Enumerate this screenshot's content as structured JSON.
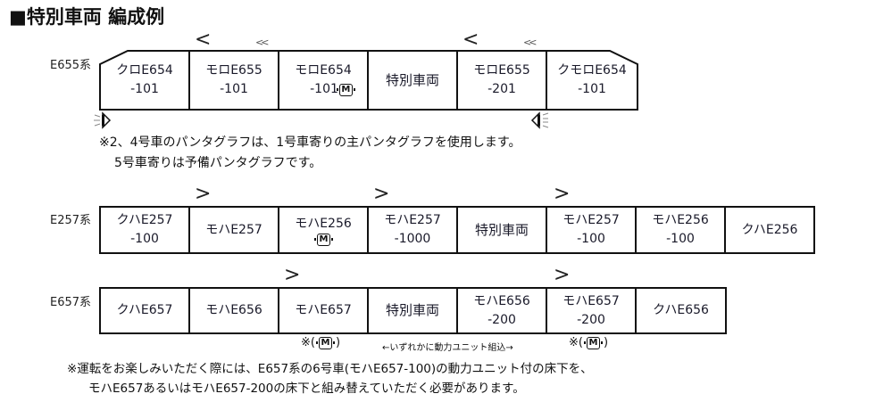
{
  "title": "■特別車両 編成例",
  "e655": {
    "series_label": "E655系",
    "direction_arrows": [
      "<",
      "<<",
      "<",
      "<<"
    ],
    "cars": [
      {
        "line1": "クロE654",
        "line2": "-101",
        "motor": false
      },
      {
        "line1": "モロE655",
        "line2": "-101",
        "motor": false
      },
      {
        "line1": "モロE654",
        "line2": "-101",
        "motor": true
      },
      {
        "line1": "特別車両",
        "line2": "",
        "motor": false
      },
      {
        "line1": "モロE655",
        "line2": "-201",
        "motor": false
      },
      {
        "line1": "クモロE654",
        "line2": "-101",
        "motor": false
      }
    ],
    "headlight_left": "headlight-icon",
    "headlight_right": "taillight-icon",
    "note_line1": "※2、4号車のパンタグラフは、1号車寄りの主パンタグラフを使用します。",
    "note_line2": "5号車寄りは予備パンタグラフです。"
  },
  "e257": {
    "series_label": "E257系",
    "direction_arrows": [
      ">",
      ">",
      ">"
    ],
    "cars": [
      {
        "line1": "クハE257",
        "line2": "-100",
        "motor": false
      },
      {
        "line1": "モハE257",
        "line2": "",
        "motor": false
      },
      {
        "line1": "モハE256",
        "line2": "",
        "motor": true
      },
      {
        "line1": "モハE257",
        "line2": "-1000",
        "motor": false
      },
      {
        "line1": "特別車両",
        "line2": "",
        "motor": false
      },
      {
        "line1": "モハE257",
        "line2": "-100",
        "motor": false
      },
      {
        "line1": "モハE256",
        "line2": "-100",
        "motor": false
      },
      {
        "line1": "クハE256",
        "line2": "",
        "motor": false
      }
    ]
  },
  "e657": {
    "series_label": "E657系",
    "direction_arrows": [
      ">",
      ">"
    ],
    "cars": [
      {
        "line1": "クハE657",
        "line2": "",
        "motor": false
      },
      {
        "line1": "モハE656",
        "line2": "",
        "motor": false
      },
      {
        "line1": "モハE657",
        "line2": "",
        "motor": false
      },
      {
        "line1": "特別車両",
        "line2": "",
        "motor": false
      },
      {
        "line1": "モハE656",
        "line2": "-200",
        "motor": false
      },
      {
        "line1": "モハE657",
        "line2": "-200",
        "motor": false
      },
      {
        "line1": "クハE656",
        "line2": "",
        "motor": false
      }
    ],
    "motor_note_prefix": "※(",
    "motor_note_suffix": ")",
    "unit_note": "←いずれかに動力ユニット組込→",
    "footnote_line1": "※運転をお楽しみいただく際には、E657系の6号車(モハE657-100)の動力ユニット付の床下を、",
    "footnote_line2": "モハE657あるいはモハE657-200の床下と組み替えていただく必要があります。"
  },
  "motor_badge": "M"
}
